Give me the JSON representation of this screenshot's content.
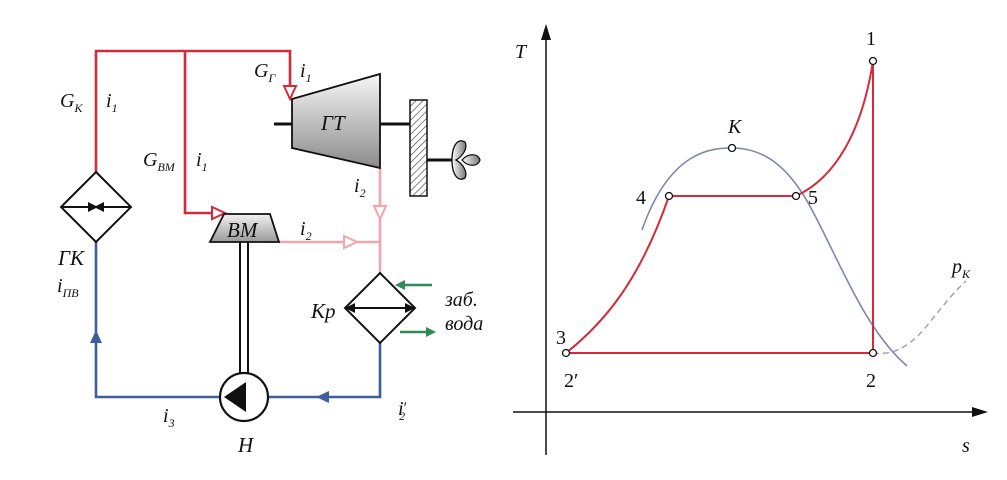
{
  "colors": {
    "steam_hot": "#d42a3a",
    "steam_exhaust": "#f3a5ad",
    "water": "#3f5f9c",
    "cooling_water": "#2e8b57",
    "saturation_curve": "#7f86ab",
    "isobar": "#9aa0ac",
    "machine_fill_light": "#f5f5f5",
    "machine_fill_dark": "#8f8f8f"
  },
  "scheme": {
    "flow_labels": {
      "gk_main": "G",
      "gk_sub": "К",
      "gg_main": "G",
      "gg_sub": "Г",
      "gvm_main": "G",
      "gvm_sub": "ВМ"
    },
    "enthalpy_labels": {
      "i1_main": "i",
      "i1_sub": "1",
      "i2_main": "i",
      "i2_sub": "2",
      "i2p_main": "i",
      "i2p_sub": "2",
      "i2p_prime": "′",
      "i3_main": "i",
      "i3_sub": "3",
      "ipv_main": "i",
      "ipv_sub": "ПВ"
    },
    "machines": {
      "gas_turbine": "ГТ",
      "steam_generator": "ГК",
      "aux_turbine": "ВМ",
      "condenser": "Кр",
      "pump": "Н"
    },
    "cooling_water": {
      "line1": "заб.",
      "line2": "вода"
    }
  },
  "ts_diagram": {
    "axis_y": "T",
    "axis_x": "s",
    "critical_point": "К",
    "isobar_main": "p",
    "isobar_sub": "К",
    "points": {
      "p1": "1",
      "p2": "2",
      "p2prime": "2′",
      "p3": "3",
      "p4": "4",
      "p5": "5"
    }
  }
}
